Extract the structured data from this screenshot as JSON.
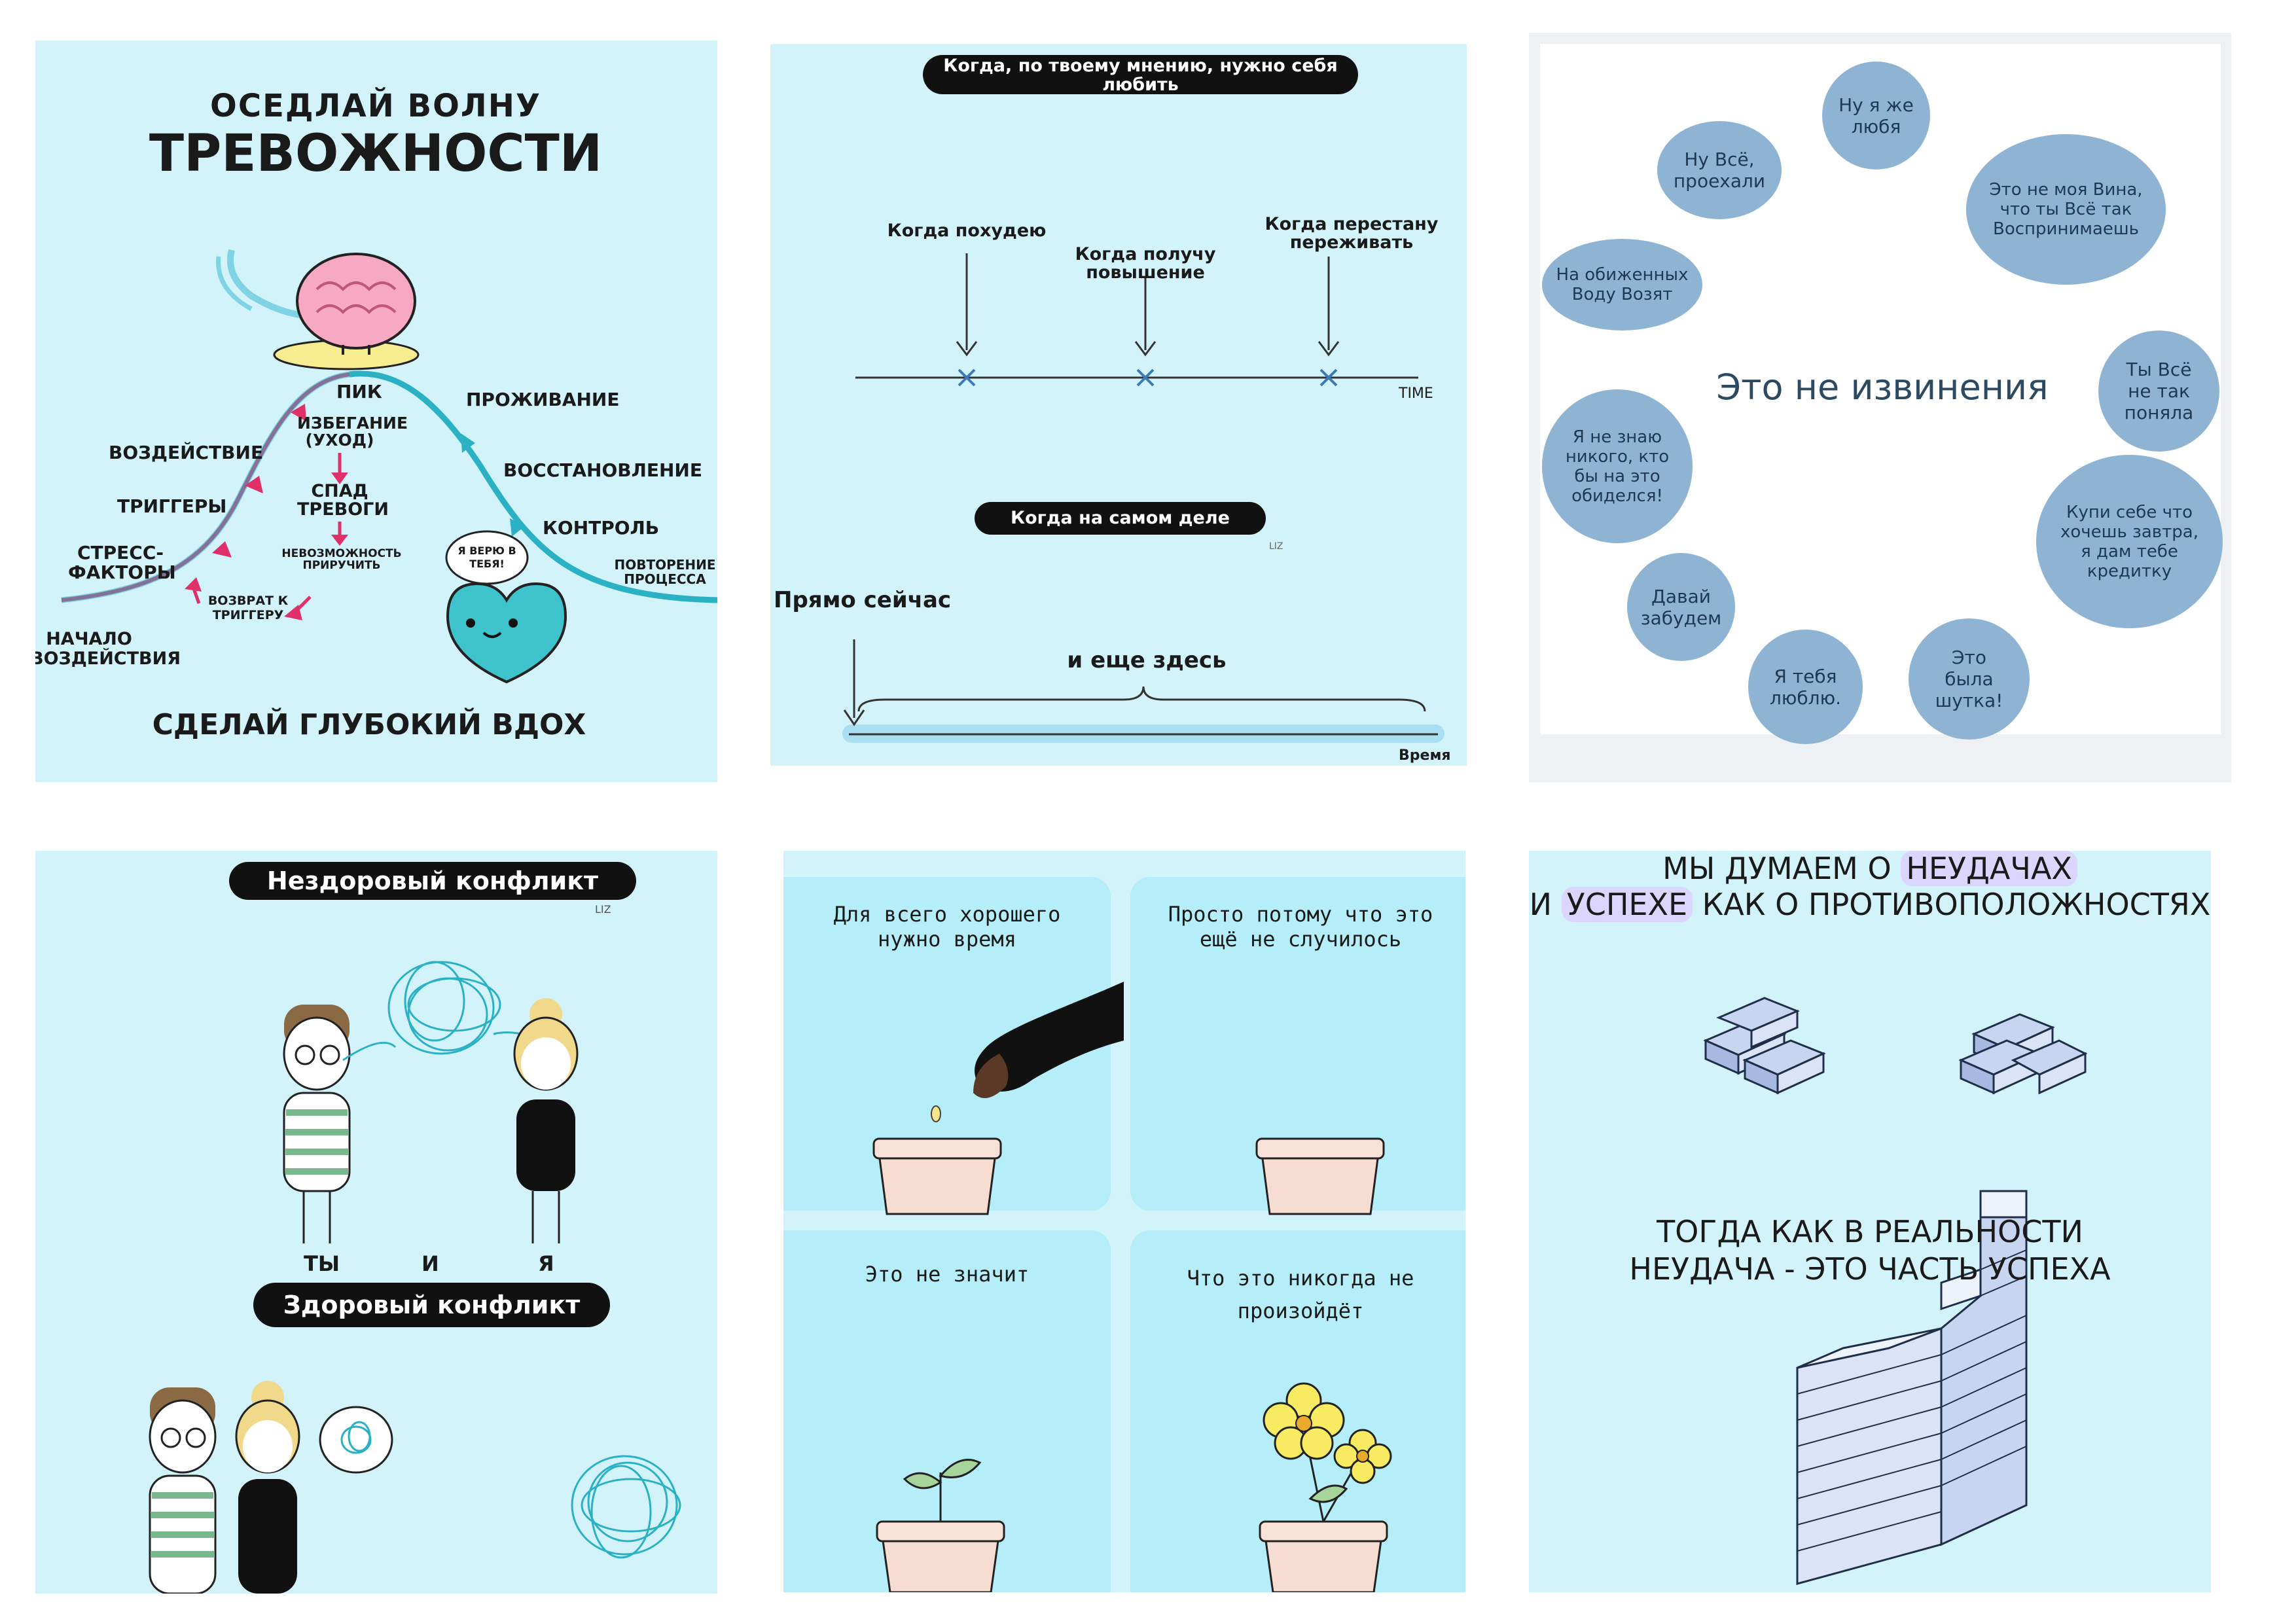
{
  "tile1": {
    "title_line1": "ОСЕДЛАЙ ВОЛНУ",
    "title_line2": "ТРЕВОЖНОСТИ",
    "peak": "ПИК",
    "living": "ПРОЖИВАНИЕ",
    "avoidance": "ИЗБЕГАНИЕ (УХОД)",
    "exposure": "ВОЗДЕЙСТВИЕ",
    "recovery": "ВОССТАНОВЛЕНИЕ",
    "decline": "СПАД ТРЕВОГИ",
    "triggers": "ТРИГГЕРЫ",
    "control": "КОНТРОЛЬ",
    "stress": "СТРЕСС-ФАКТОРЫ",
    "impossible": "НЕВОЗМОЖНОСТЬ ПРИРУЧИТЬ",
    "believe": "Я ВЕРЮ В ТЕБЯ!",
    "repeat": "ПОВТОРЕНИЕ ПРОЦЕССА",
    "return": "ВОЗВРАТ К ТРИГГЕРУ",
    "start": "НАЧАЛО ВОЗДЕЙСТВИЯ",
    "breath": "СДЕЛАЙ ГЛУБОКИЙ ВДОХ"
  },
  "tile2": {
    "question": "Когда, по твоему мнению, нужно себя любить",
    "lose_weight": "Когда похудею",
    "promotion": "Когда получу повышение",
    "stop_worry": "Когда перестану переживать",
    "time_label": "TIME",
    "actually": "Когда на самом деле",
    "credit_top": "LIZ",
    "right_now": "Прямо сейчас",
    "and_here": "и еще здесь",
    "time_ru": "Время"
  },
  "tile3": {
    "center": "Это не извинения",
    "bubbles": [
      "Ну я же любя",
      "Ну Всё, проехали",
      "Это не моя Вина, что ты Всё так Воспринимаешь",
      "На обиженных Воду Возят",
      "Ты Всё не так поняла",
      "Я не знаю никого, кто бы на это обиделся!",
      "Купи себе что хочешь завтра, я дам тебе кредитку",
      "Давай забудем",
      "Я тебя люблю.",
      "Это была шутка!"
    ]
  },
  "tile4": {
    "unhealthy": "Нездоровый конфликт",
    "credit": "LIZ",
    "you": "ТЫ",
    "and": "И",
    "me": "Я",
    "healthy": "Здоровый конфликт"
  },
  "tile5": {
    "p1": "Для всего хорошего нужно время",
    "p2": "Просто потому что это ещё не случилось",
    "p3": "Это не значит",
    "p4": "Что это никогда не произойдёт"
  },
  "tile6": {
    "line1_a": "МЫ ДУМАЕМ О ",
    "line1_b": "НЕУДАЧАХ",
    "line2_a": "И ",
    "line2_b": "УСПЕХЕ",
    "line2_c": " КАК О ПРОТИВОПОЛОЖНОСТЯХ",
    "line3": "ТОГДА КАК В РЕАЛЬНОСТИ",
    "line4": "НЕУДАЧА - ЭТО ЧАСТЬ УСПЕХА"
  },
  "colors": {
    "tile_bg": "#d3f3fb",
    "panel_bg": "#b5eef8",
    "bubble": "#8fb4d3",
    "wave": "#2ab1c4",
    "arrow_pink": "#e0306a",
    "highlight": "#dcd6ff"
  }
}
